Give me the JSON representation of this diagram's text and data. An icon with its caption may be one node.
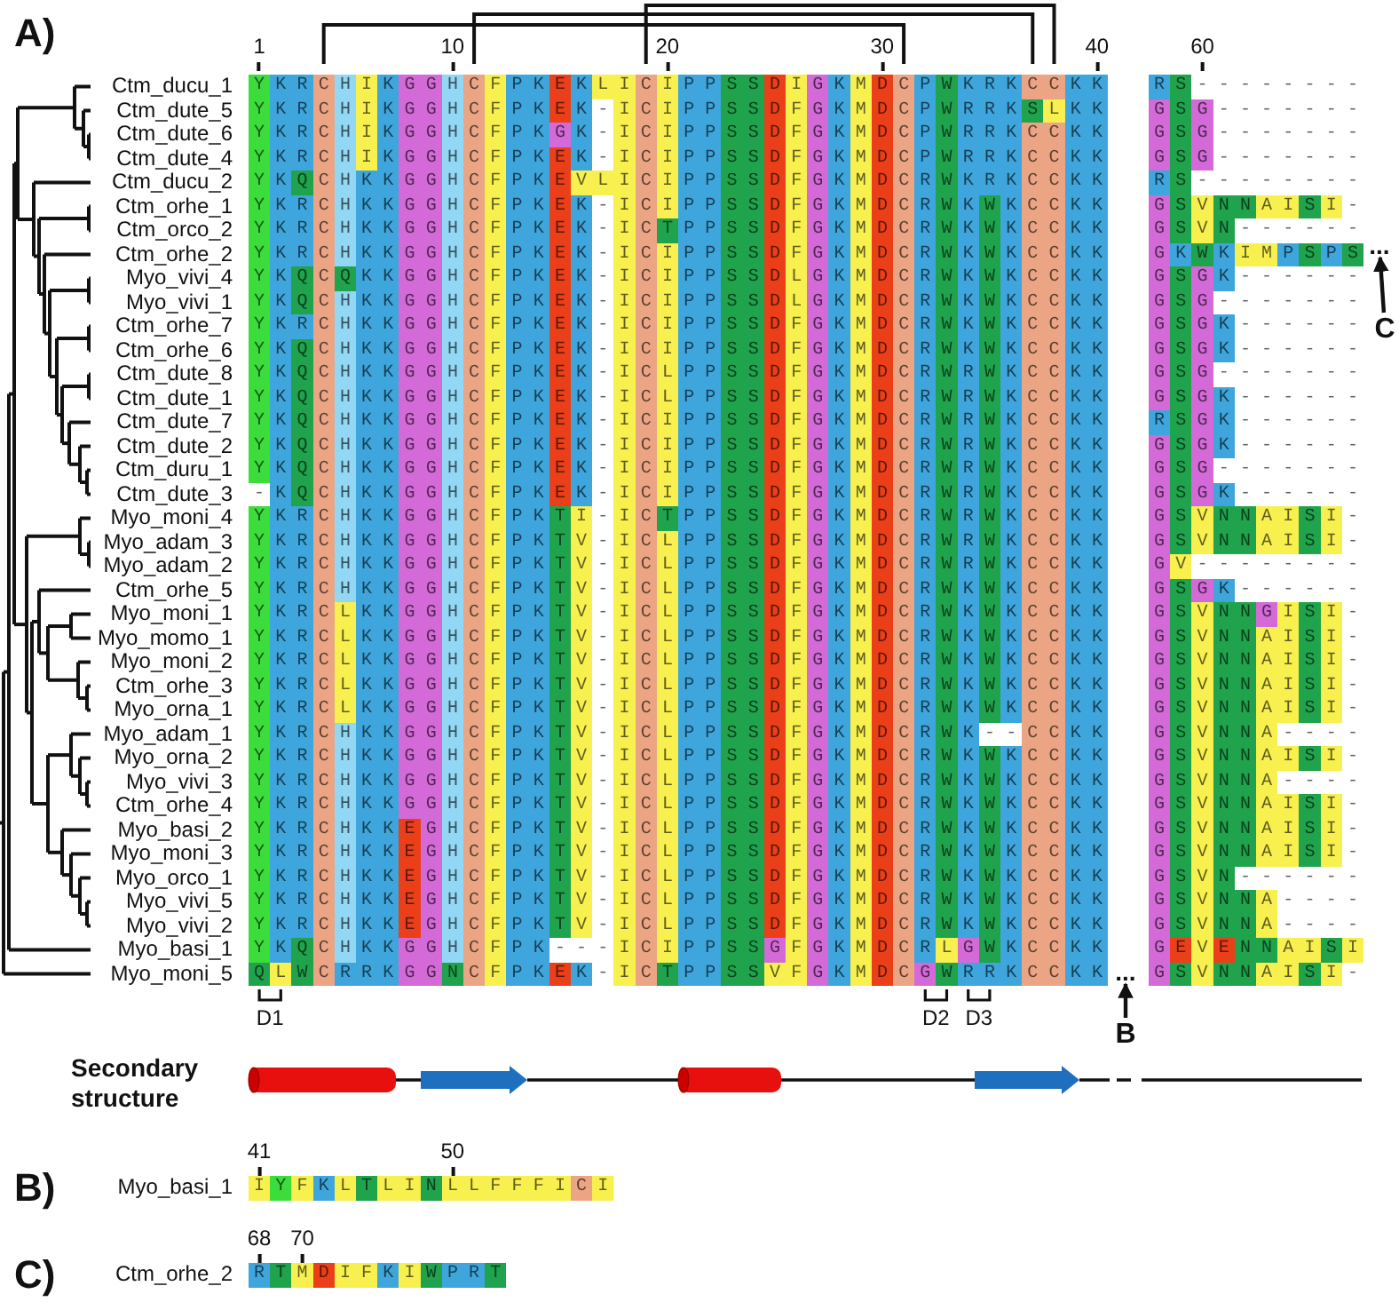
{
  "diagram": {
    "nodes": [
      {
        "text": [
          "..."
        ]
      },
      {
        "text": [
          "C"
        ]
      },
      {
        "text": [
          "..."
        ]
      },
      {
        "text": [
          "B"
        ]
      }
    ],
    "edges": [
      {
        "from": 1,
        "to": 0,
        "arrow": "to"
      },
      {
        "from": 3,
        "to": 2,
        "arrow": "to"
      }
    ],
    "labels": [
      "A)",
      "1",
      "10",
      "20",
      "30",
      "40",
      "60",
      "Ctm_ducu_1",
      "YKRCHIKGGHCFPKEKLICIPPSSDIGKMDCPWKRKCCKK",
      "RS--------",
      "Ctm_dute_5",
      "YKRCHIKGGHCFPKEK-ICIPPSSDFGKMDCPWRRKSLKK",
      "GSG-------",
      "Ctm_dute_6",
      "YKRCHIKGGHCFPKGK-ICIPPSSDFGKMDCPWRRKCCKK",
      "GSG-------",
      "Ctm_dute_4",
      "YKRCHIKGGHCFPKEK-ICIPPSSDFGKMDCPWRRKCCKK",
      "GSG-------",
      "Ctm_ducu_2",
      "YKQCHKKGGHCFPKEVLICIPPSSDFGKMDCRWKRKCCKK",
      "RS--------",
      "Ctm_orhe_1",
      "YKRCHKKGGHCFPKEK-ICIPPSSDFGKMDCRWKWKCCKK",
      "GSVNNAISI-",
      "Ctm_orco_2",
      "YKRCHKKGGHCFPKEK-ICTPPSSDFGKMDCRWKWKCCKK",
      "GSVN------",
      "Ctm_orhe_2",
      "YKRCHKKGGHCFPKEK-ICIPPSSDFGKMDCRWKWKCCKK",
      "GKWKIMPSPS",
      "Myo_vivi_4",
      "YKQCQKKGGHCFPKEK-ICIPPSSDLGKMDCRWKWKCCKK",
      "GSGK------",
      "Myo_vivi_1",
      "YKQCHKKGGHCFPKEK-ICIPPSSDLGKMDCRWKWKCCKK",
      "GSG-------",
      "Ctm_orhe_7",
      "YKRCHKKGGHCFPKEK-ICIPPSSDFGKMDCRWKWKCCKK",
      "GSGK------",
      "Ctm_orhe_6",
      "YKQCHKKGGHCFPKEK-ICIPPSSDFGKMDCRWKWKCCKK",
      "GSGK------",
      "Ctm_dute_8",
      "YKQCHKKGGHCFPKEK-ICLPPSSDFGKMDCRWRWKCCKK",
      "GSG-------",
      "Ctm_dute_1",
      "YKQCHKKGGHCFPKEK-ICLPPSSDFGKMDCRWRWKCCKK",
      "GSGK------",
      "Ctm_dute_7",
      "YKQCHKKGGHCFPKEK-ICIPPSSDFGKMDCRWRWKCCKK",
      "RSGK------",
      "Ctm_dute_2",
      "YKQCHKKGGHCFPKEK-ICIPPSSDFGKMDCRWRWKCCKK",
      "GSGK------",
      "Ctm_duru_1",
      "YKQCHKKGGHCFPKEK-ICIPPSSDFGKMDCRWRWKCCKK",
      "GSG-------",
      "Ctm_dute_3",
      "-KQCHKKGGHCFPKEK-ICIPPSSDFGKMDCRWRWKCCKK",
      "GSGK------",
      "Myo_moni_4",
      "YKRCHKKGGHCFPKTI-ICTPPSSDFGKMDCRWRWKCCKK",
      "GSVNNAISI-",
      "Myo_adam_3",
      "YKRCHKKGGHCFPKTV-ICLPPSSDFGKMDCRWRWKCCKK",
      "GSVNNAISI-",
      "Myo_adam_2",
      "YKRCHKKGGHCFPKTV-ICLPPSSDFGKMDCRWRWKCCKK",
      "GV--------",
      "Ctm_orhe_5",
      "YKRCHKKGGHCFPKTV-ICLPPSSDFGKMDCRWKWKCCKK",
      "GSGK------",
      "Myo_moni_1",
      "YKRCLKKGGHCFPKTV-ICLPPSSDFGKMDCRWKWKCCKK",
      "GSVNNGISI-",
      "Myo_momo_1",
      "YKRCLKKGGHCFPKTV-ICLPPSSDFGKMDCRWKWKCCKK",
      "GSVNNAISI-",
      "Myo_moni_2",
      "YKRCLKKGGHCFPKTV-ICLPPSSDFGKMDCRWKWKCCKK",
      "GSVNNAISI-",
      "Ctm_orhe_3",
      "YKRCLKKGGHCFPKTV-ICLPPSSDFGKMDCRWKWKCCKK",
      "GSVNNAISI-",
      "Myo_orna_1",
      "YKRCLKKGGHCFPKTV-ICLPPSSDFGKMDCRWKWKCCKK",
      "GSVNNAISI-",
      "Myo_adam_1",
      "YKRCHKKGGHCFPKTV-ICLPPSSDFGKMDCRWK--CCKK",
      "GSVNNA----",
      "Myo_orna_2",
      "YKRCHKKGGHCFPKTV-ICLPPSSDFGKMDCRWKWKCCKK",
      "GSVNNAISI-",
      "Myo_vivi_3",
      "YKRCHKKGGHCFPKTV-ICLPPSSDFGKMDCRWKWKCCKK",
      "GSVNNA----",
      "Ctm_orhe_4",
      "YKRCHKKGGHCFPKTV-ICLPPSSDFGKMDCRWKWKCCKK",
      "GSVNNAISI-",
      "Myo_basi_2",
      "YKRCHKKEGHCFPKTV-ICLPPSSDFGKMDCRWKWKCCKK",
      "GSVNNAISI-",
      "Myo_moni_3",
      "YKRCHKKEGHCFPKTV-ICLPPSSDFGKMDCRWKWKCCKK",
      "GSVNNAISI-",
      "Myo_orco_1",
      "YKRCHKKEGHCFPKTV-ICLPPSSDFGKMDCRWKWKCCKK",
      "GSVN------",
      "Myo_vivi_5",
      "YKRCHKKEGHCFPKTV-ICLPPSSDFGKMDCRWKWKCCKK",
      "GSVNNA----",
      "Myo_vivi_2",
      "YKRCHKKEGHCFPKTV-ICLPPSSDFGKMDCRWKWKCCKK",
      "GSVNNA----",
      "Myo_basi_1",
      "YKQCHKKGGHCFPK---ICIPPSSGFGKMDCRLGWKCCKK",
      "GEVENNAISI",
      "Myo_moni_5",
      "QLWCRRKGGNCFPKEK-ICTPPSSVFGKMDCGWRRKCCKK",
      "GSVNNAISI-",
      "D1",
      "D2",
      "D3",
      "Secondary structure",
      "B)",
      "41",
      "50",
      "Myo_basi_1",
      "IYFKLTLINLLFFFICI",
      "C)",
      "68",
      "70",
      "Ctm_orhe_2",
      "RTMDIFKIWPRT"
    ]
  }
}
